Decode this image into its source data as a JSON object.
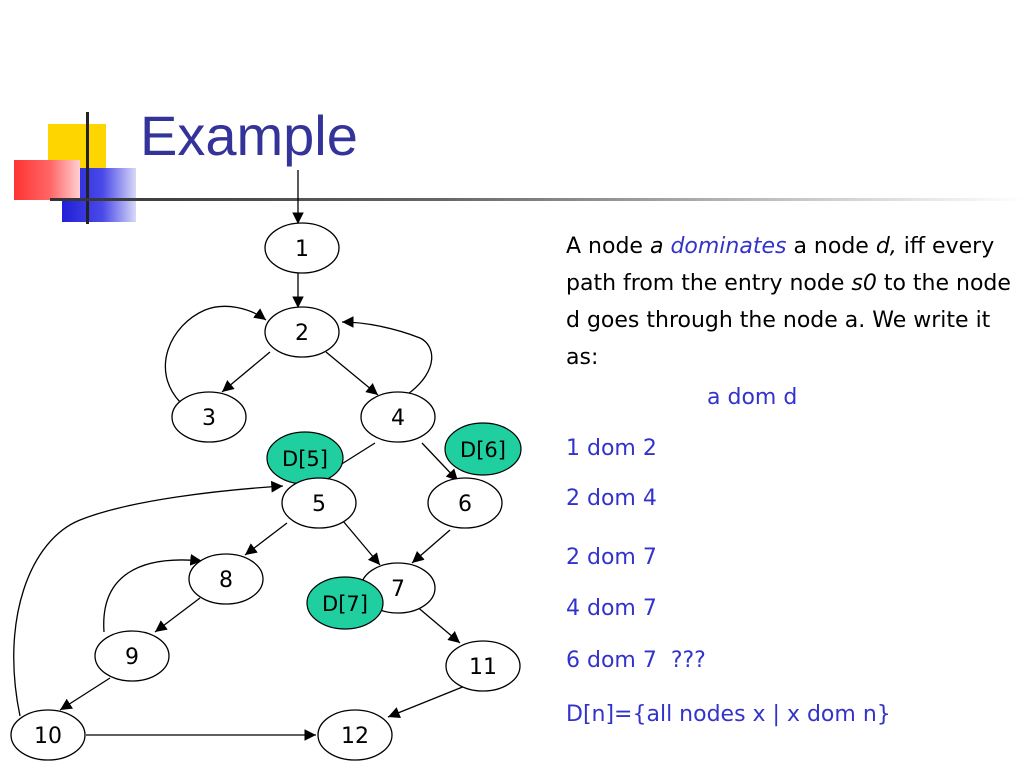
{
  "slide": {
    "title": "Example"
  },
  "definition": {
    "p1": "A node ",
    "a": "a",
    "dominates": "dominates",
    "p2": " a node ",
    "d": "d,",
    "p3": " iff every path from the entry node ",
    "s0": "s0",
    "p4": " to the node d goes through the node a. We write it as:"
  },
  "notation": "a dom d",
  "examples": [
    "1 dom 2",
    "2 dom 4",
    "2 dom 7",
    "4 dom 7",
    "6 dom 7  ???"
  ],
  "set_definition": "D[n]={all nodes x | x dom n}",
  "graph": {
    "nodes": [
      "1",
      "2",
      "3",
      "4",
      "5",
      "6",
      "7",
      "8",
      "9",
      "10",
      "11",
      "12"
    ],
    "dominator_labels": [
      "D[5]",
      "D[6]",
      "D[7]"
    ]
  },
  "colors": {
    "title": "#33339a",
    "accent_text": "#3333cc",
    "dominator_fill": "#1fcf9f"
  }
}
